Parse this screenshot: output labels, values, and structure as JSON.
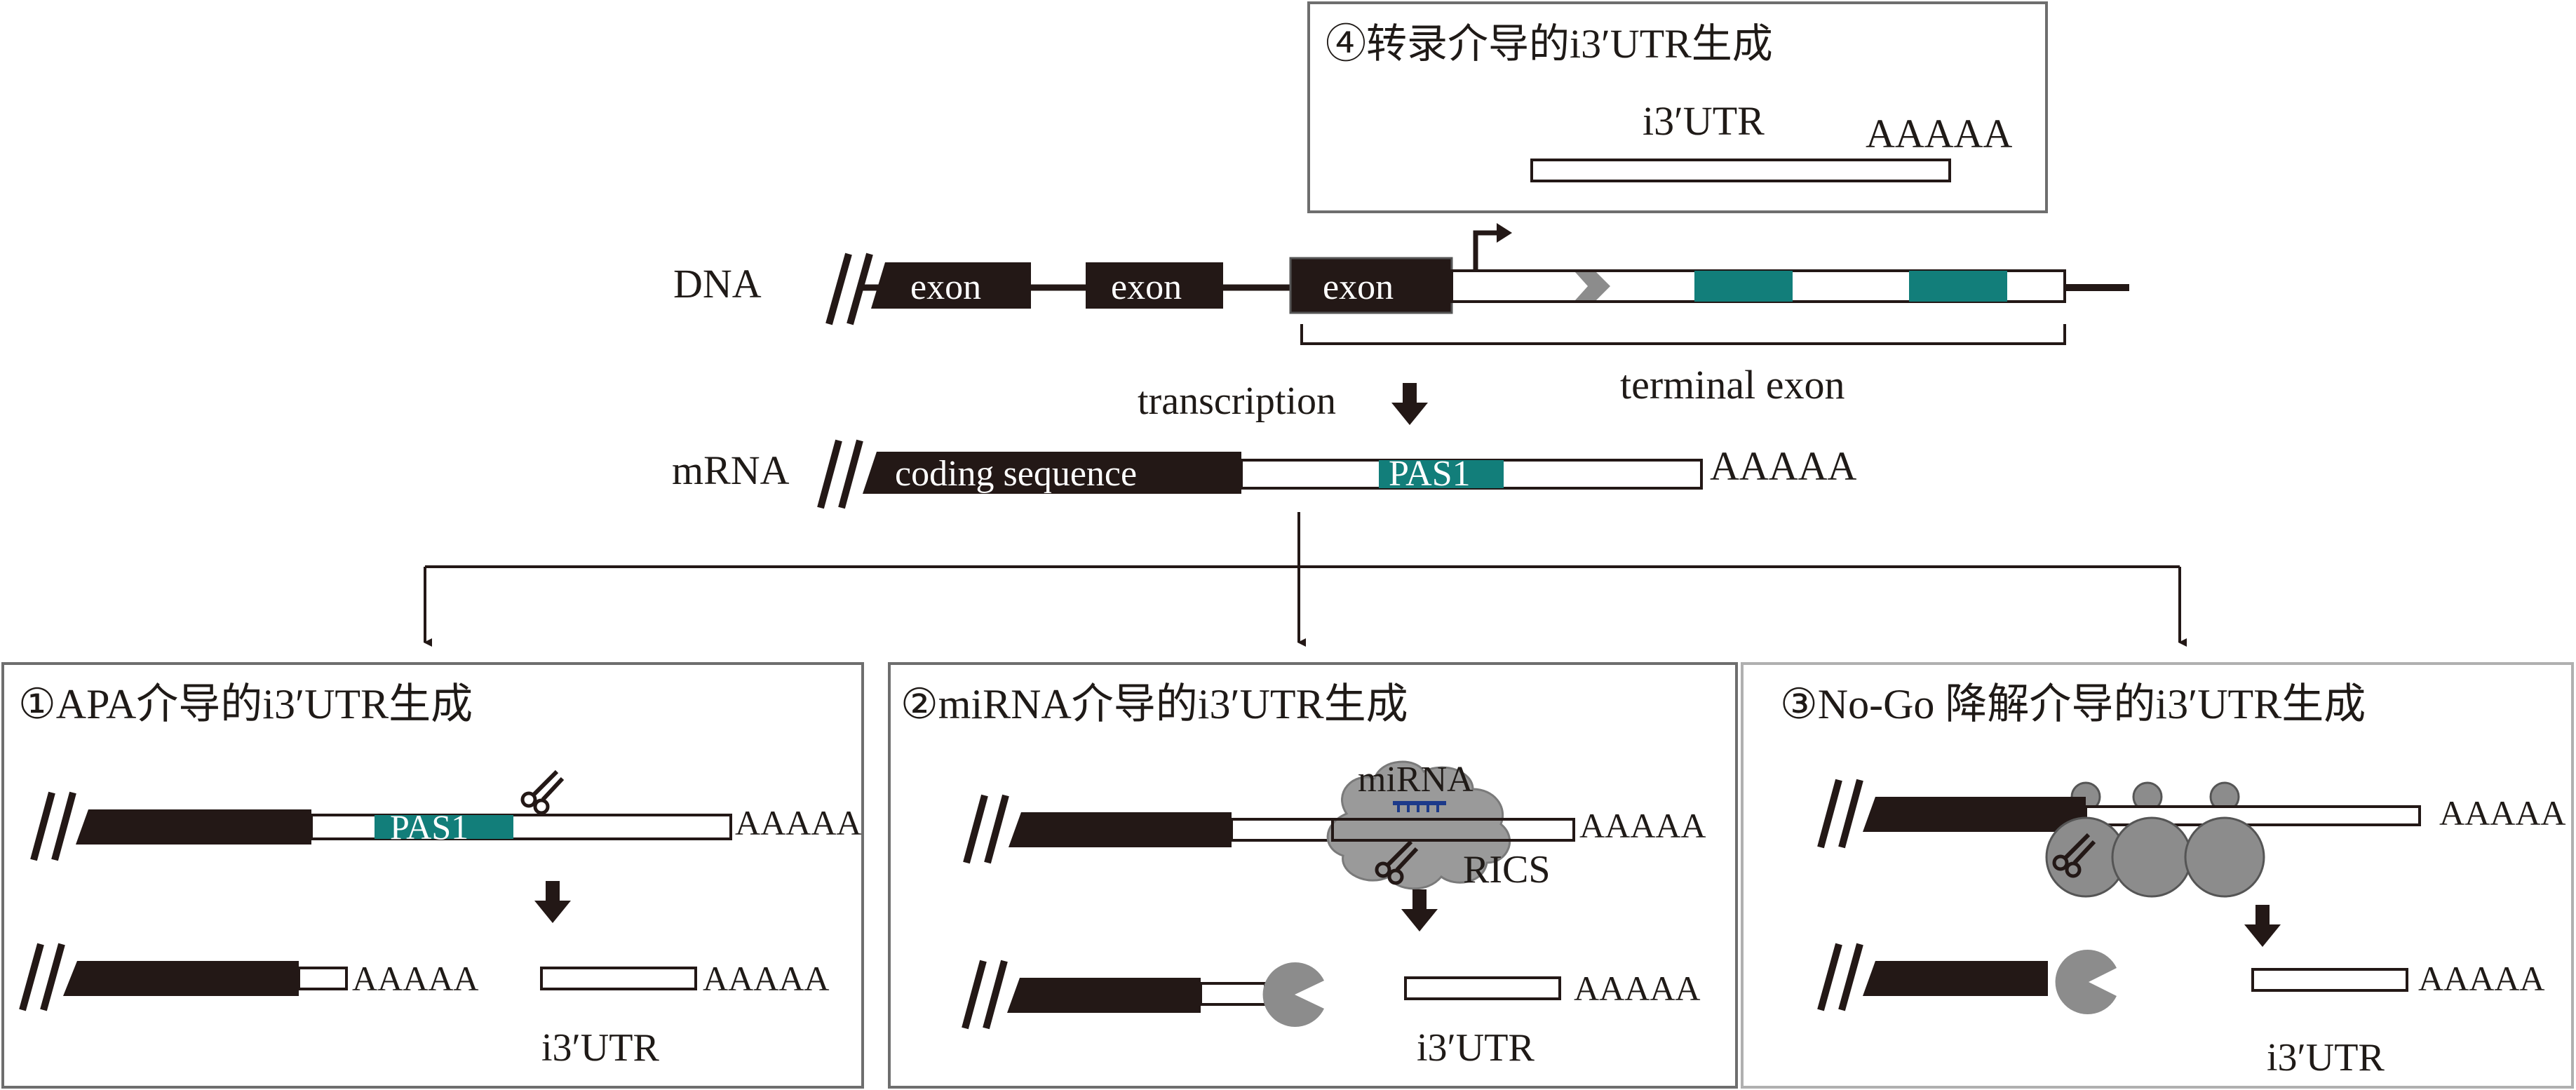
{
  "colors": {
    "ink": "#231816",
    "teal": "#127e7a",
    "gray": "#8c8c8c",
    "panel_border": "#6e6e6e",
    "white": "#ffffff"
  },
  "top_box": {
    "title": "④转录介导的i3′UTR生成",
    "utr_label": "i3′UTR",
    "polya": "AAAAA"
  },
  "dna": {
    "label": "DNA",
    "exons": [
      "exon",
      "exon",
      "exon"
    ],
    "terminal_label": "terminal exon"
  },
  "transcription_label": "transcription",
  "mrna": {
    "label": "mRNA",
    "coding_label": "coding sequence",
    "pas_label": "PAS1",
    "polya": "AAAAA"
  },
  "panels": [
    {
      "title": "①APA介导的i3′UTR生成",
      "pas_label": "PAS1",
      "polya_top": "AAAAA",
      "polya_left": "AAAAA",
      "polya_right": "AAAAA",
      "product_label": "i3′UTR"
    },
    {
      "title": "②miRNA介导的i3′UTR生成",
      "mirna_label": "miRNA",
      "rics_label": "RICS",
      "polya_top": "AAAAA",
      "polya_right": "AAAAA",
      "product_label": "i3′UTR"
    },
    {
      "title": "③No-Go 降解介导的i3′UTR生成",
      "polya_top": "AAAAA",
      "polya_right": "AAAAA",
      "product_label": "i3′UTR"
    }
  ],
  "icons": {
    "tss_arrow": "tss-arrow-icon",
    "scissors": "scissors-icon",
    "exonuclease": "pacman-exonuclease-icon",
    "down_arrow": "down-arrow-icon"
  }
}
